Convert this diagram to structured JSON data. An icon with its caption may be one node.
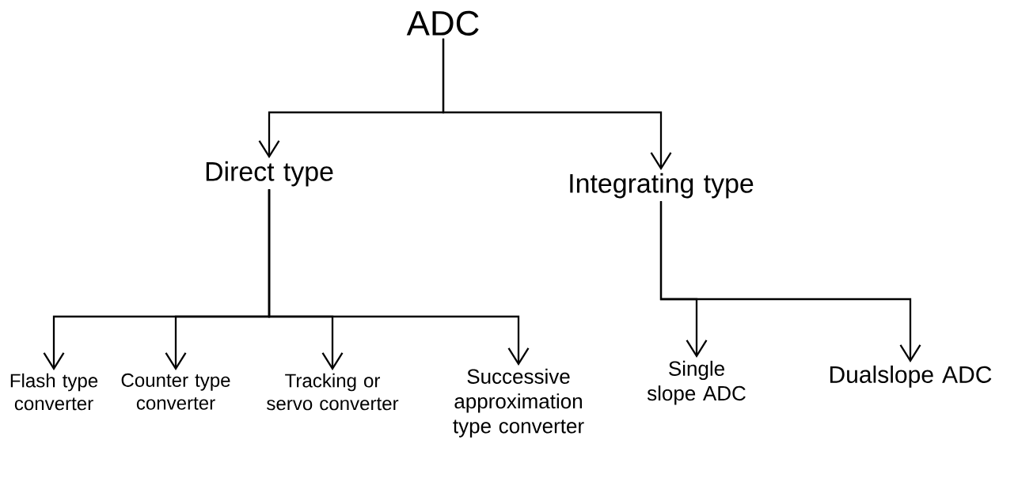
{
  "diagram": {
    "nodes": [
      {
        "text": [
          "ADC"
        ]
      },
      {
        "text": [
          "Direct type"
        ]
      },
      {
        "text": [
          "Integrating type"
        ]
      },
      {
        "text": [
          "Flash type converter"
        ]
      },
      {
        "text": [
          "Counter type converter"
        ]
      },
      {
        "text": [
          "Tracking or servo converter"
        ]
      },
      {
        "text": [
          "Successive approximation type converter"
        ]
      },
      {
        "text": [
          "Single slope ADC"
        ]
      },
      {
        "text": [
          "Dualslope ADC"
        ]
      }
    ],
    "edges": [
      {
        "from": 0,
        "to": 1,
        "arrow": "to"
      },
      {
        "from": 0,
        "to": 2,
        "arrow": "to"
      },
      {
        "from": 1,
        "to": 3,
        "arrow": "to"
      },
      {
        "from": 1,
        "to": 4,
        "arrow": "to"
      },
      {
        "from": 1,
        "to": 5,
        "arrow": "to"
      },
      {
        "from": 1,
        "to": 6,
        "arrow": "to"
      },
      {
        "from": 2,
        "to": 7,
        "arrow": "to"
      },
      {
        "from": 2,
        "to": 8,
        "arrow": "to"
      }
    ]
  }
}
